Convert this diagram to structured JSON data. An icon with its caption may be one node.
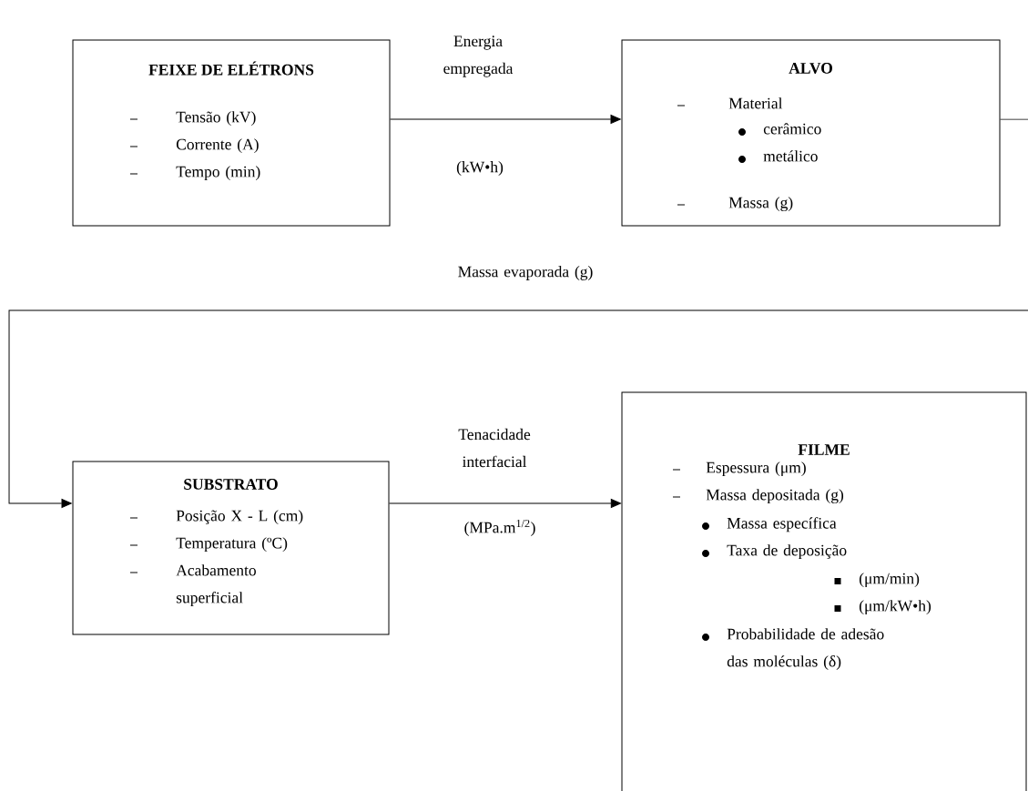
{
  "diagram": {
    "nodes": [
      {
        "text": [
          "FEIXE DE ELÉTRONS",
          "Tensão (kV)",
          "Corrente (A)",
          "Tempo (min)"
        ]
      },
      {
        "text": [
          "ALVO",
          "Material",
          "cerâmico",
          "metálico",
          "Massa (g)"
        ]
      },
      {
        "text": [
          "SUBSTRATO",
          "Posição X - L (cm)",
          "Temperatura (ºC)",
          "Acabamento superficial"
        ]
      },
      {
        "text": [
          "FILME",
          "Espessura (μm)",
          "Massa depositada (g)",
          "Massa específica",
          "Taxa de deposição",
          "(μm/min)",
          "(μm/kW•h)",
          "Probabilidade de adesão das moléculas (δ)"
        ]
      }
    ],
    "edges": [
      {
        "from": 0,
        "to": 1,
        "arrow": "to",
        "label": "Energia empregada"
      },
      {
        "from": 1,
        "to": 2,
        "arrow": "to",
        "label": "Massa evaporada (g)"
      },
      {
        "from": 2,
        "to": 3,
        "arrow": "to",
        "label": "Tenacidade interfacial"
      }
    ],
    "labels": [
      "(kW•h)",
      "(MPa.m$^{1/2}$)"
    ]
  }
}
